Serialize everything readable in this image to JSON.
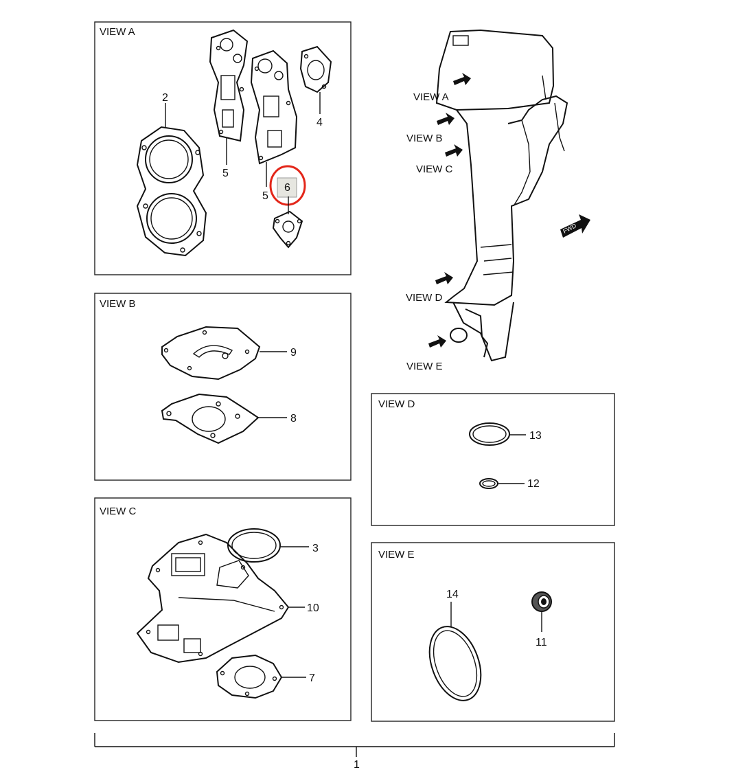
{
  "views": {
    "a": "VIEW A",
    "b": "VIEW B",
    "c": "VIEW C",
    "d": "VIEW D",
    "e": "VIEW E"
  },
  "engine_labels": {
    "a": "VIEW A",
    "b": "VIEW B",
    "c": "VIEW C",
    "d": "VIEW D",
    "e": "VIEW E",
    "fwd": "FWD"
  },
  "part_numbers": {
    "p1": "1",
    "p2": "2",
    "p3": "3",
    "p4": "4",
    "p5a": "5",
    "p5b": "5",
    "p6": "6",
    "p7": "7",
    "p8": "8",
    "p9": "9",
    "p10": "10",
    "p11": "11",
    "p12": "12",
    "p13": "13",
    "p14": "14"
  },
  "highlight": {
    "part": "6",
    "color": "#e32619",
    "fill": "#e6e6e0"
  }
}
